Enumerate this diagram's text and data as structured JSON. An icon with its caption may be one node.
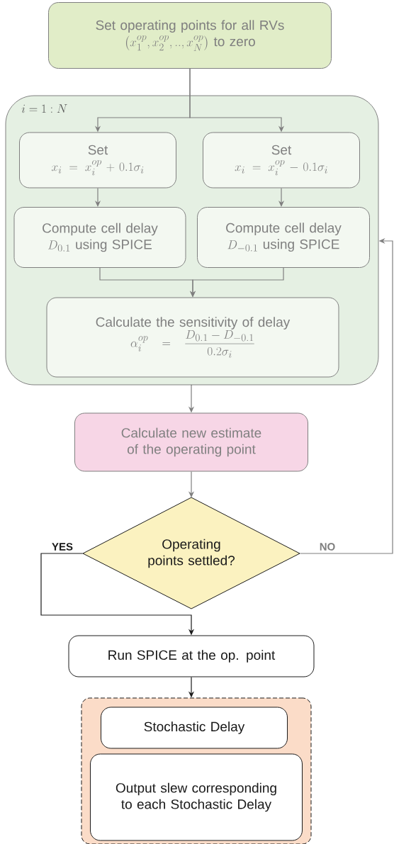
{
  "diagram": {
    "nodes": [
      {
        "text": [
          "Set operating points for all RVs",
          "\\left(x_1^{op},x_2^{op},..,x_N^{op}\\right)",
          "to zero"
        ]
      },
      {
        "text": [
          "i=1:N"
        ]
      },
      {
        "text": [
          "Set",
          "x_i = x_i^{op} + 0.1\\sigma_i"
        ],
        "in": 1
      },
      {
        "text": [
          "Set",
          "x_i = x_i^{op} - 0.1\\sigma_i"
        ],
        "in": 1
      },
      {
        "text": [
          "Compute cell delay",
          "D_{0.1}",
          "using SPICE"
        ],
        "in": 1
      },
      {
        "text": [
          "Compute cell delay",
          "D_{-0.1}",
          "using SPICE"
        ],
        "in": 1
      },
      {
        "text": [
          "Calculate the sensitivity of delay",
          "\\alpha_i^{op} = \\frac{D_{0.1}-D_{-0.1}}{0.2\\sigma_i}"
        ],
        "in": 1
      },
      {
        "text": [
          "Calculate new estimate of the operating point"
        ]
      },
      {
        "text": [
          "Operating points settled?"
        ]
      },
      {
        "text": [
          "Run SPICE at the op. point"
        ]
      },
      {
        "text": [],
        "shape": "box"
      },
      {
        "text": [
          "Stochastic Delay"
        ],
        "in": 10
      },
      {
        "text": [
          "Output slew corresponding to each Stochastic Delay"
        ],
        "in": 10
      }
    ],
    "edges": [
      {
        "from": 0,
        "to": 2,
        "arrow": "to"
      },
      {
        "from": 0,
        "to": 3,
        "arrow": "to"
      },
      {
        "from": 2,
        "to": 4,
        "arrow": "to"
      },
      {
        "from": 3,
        "to": 5,
        "arrow": "to"
      },
      {
        "from": 4,
        "to": 6,
        "arrow": "to"
      },
      {
        "from": 5,
        "to": 6,
        "arrow": "to"
      },
      {
        "from": 1,
        "to": 7,
        "arrow": "to"
      },
      {
        "from": 7,
        "to": 8,
        "arrow": "to"
      },
      {
        "from": 8,
        "to": 9,
        "arrow": "to",
        "label": "YES",
        "color": "#1a1a1a"
      },
      {
        "from": 8,
        "to": 1,
        "arrow": "to",
        "label": "NO"
      },
      {
        "from": 9,
        "to": 10,
        "arrow": "to",
        "color": "#1a1a1a"
      }
    ]
  }
}
